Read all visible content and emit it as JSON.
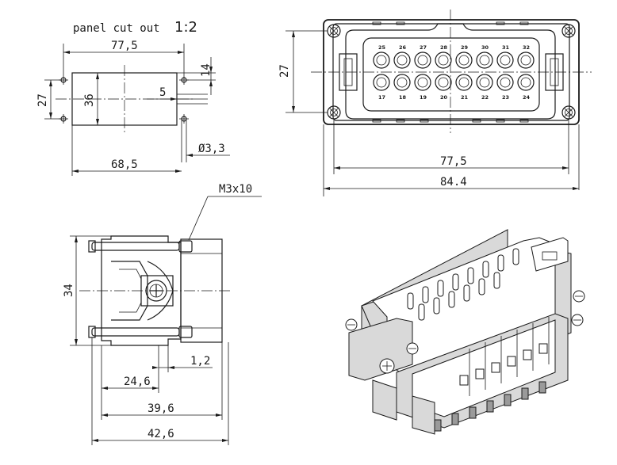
{
  "panel_cutout": {
    "title": "panel cut out",
    "scale": "1:2",
    "dim_width": "77,5",
    "dim_height_outer": "27",
    "dim_height_inner": "36",
    "dim_hole_spacing": "68,5",
    "dim_hole_offset": "14",
    "dim_slot": "5",
    "dim_hole_diameter": "Ø3,3"
  },
  "front_view": {
    "dim_height": "27",
    "dim_width_inner": "77,5",
    "dim_width_outer": "84.4",
    "contacts_top": [
      "25",
      "26",
      "27",
      "28",
      "29",
      "30",
      "31",
      "32"
    ],
    "contacts_bottom": [
      "17",
      "18",
      "19",
      "20",
      "21",
      "22",
      "23",
      "24"
    ]
  },
  "side_view": {
    "screw_label": "M3x10",
    "dim_height": "34",
    "dim_1": "1,2",
    "dim_2": "24,6",
    "dim_3": "39,6",
    "dim_4": "42,6"
  }
}
